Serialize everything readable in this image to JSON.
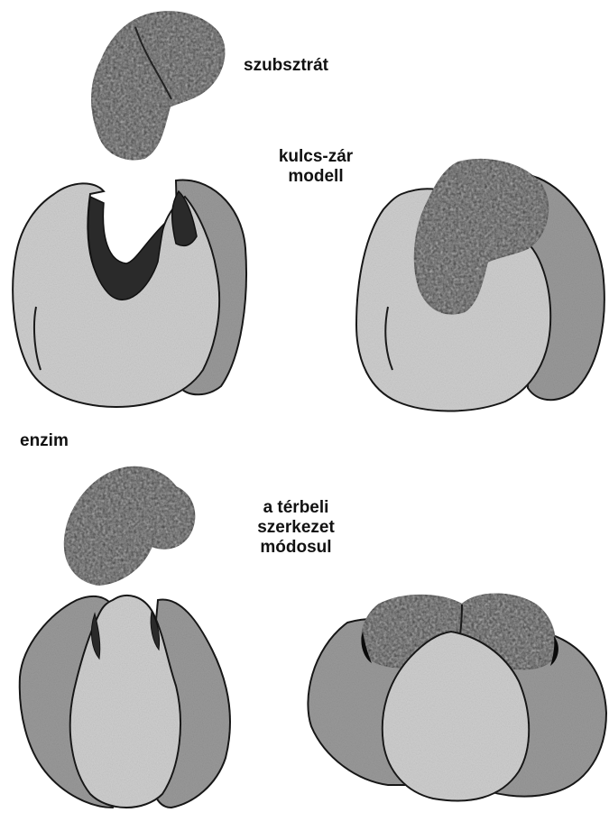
{
  "labels": {
    "substrate": "szubsztrát",
    "model_line1": "kulcs-zár",
    "model_line2": "modell",
    "enzyme": "enzim",
    "induced_line1": "a térbeli",
    "induced_line2": "szerkezet",
    "induced_line3": "módosul"
  },
  "colors": {
    "substrate": "#3c3c3c",
    "enzyme_front": "#cfcfcf",
    "enzyme_back": "#9a9a9a",
    "active_site": "#2a2a2a",
    "outline": "#1a1a1a"
  }
}
